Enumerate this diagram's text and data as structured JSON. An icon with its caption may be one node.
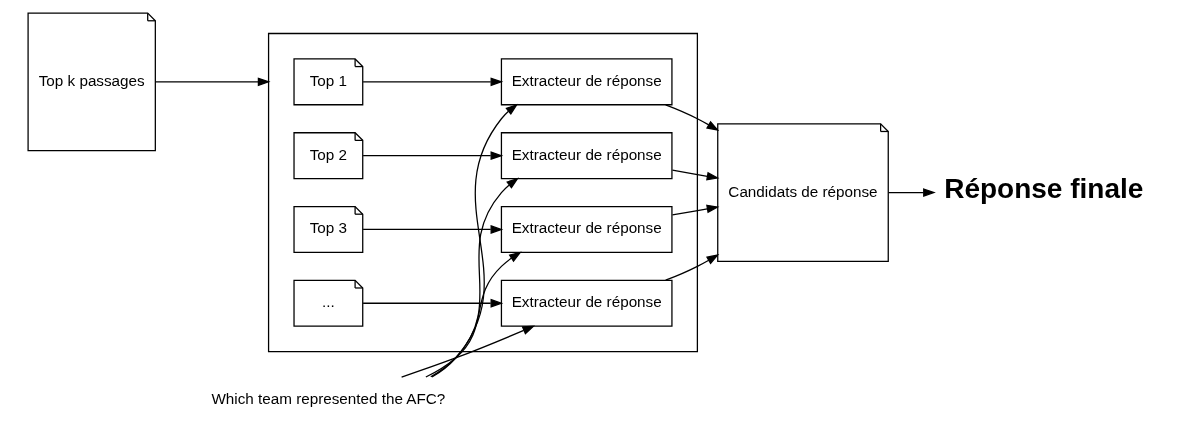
{
  "diagram": {
    "nodes": [
      {
        "text": [
          "Top k passages"
        ]
      },
      {
        "text": [
          "Which team represented the AFC?"
        ]
      },
      {
        "text": [],
        "shape": "box"
      },
      {
        "text": [
          "Top 1"
        ],
        "in": 2
      },
      {
        "text": [
          "Extracteur de réponse"
        ],
        "in": 2
      },
      {
        "text": [
          "Top 2"
        ],
        "in": 2
      },
      {
        "text": [
          "Extracteur de réponse"
        ],
        "in": 2
      },
      {
        "text": [
          "Top 3"
        ],
        "in": 2
      },
      {
        "text": [
          "Extracteur de réponse"
        ],
        "in": 2
      },
      {
        "text": [
          "..."
        ],
        "in": 2
      },
      {
        "text": [
          "Extracteur de réponse"
        ],
        "in": 2
      },
      {
        "text": [
          "Candidats de réponse"
        ]
      },
      {
        "text": [
          "Réponse finale"
        ]
      }
    ],
    "edges": [
      {
        "from": 0,
        "to": 2,
        "arrow": "to"
      },
      {
        "from": 1,
        "to": 4,
        "arrow": "to"
      },
      {
        "from": 1,
        "to": 6,
        "arrow": "to"
      },
      {
        "from": 1,
        "to": 8,
        "arrow": "to"
      },
      {
        "from": 1,
        "to": 10,
        "arrow": "to"
      },
      {
        "from": 3,
        "to": 4,
        "arrow": "to"
      },
      {
        "from": 5,
        "to": 6,
        "arrow": "to"
      },
      {
        "from": 7,
        "to": 8,
        "arrow": "to"
      },
      {
        "from": 9,
        "to": 10,
        "arrow": "to"
      },
      {
        "from": 4,
        "to": 11,
        "arrow": "to"
      },
      {
        "from": 6,
        "to": 11,
        "arrow": "to"
      },
      {
        "from": 8,
        "to": 11,
        "arrow": "to"
      },
      {
        "from": 10,
        "to": 11,
        "arrow": "to"
      },
      {
        "from": 11,
        "to": 12,
        "arrow": "to"
      }
    ]
  }
}
